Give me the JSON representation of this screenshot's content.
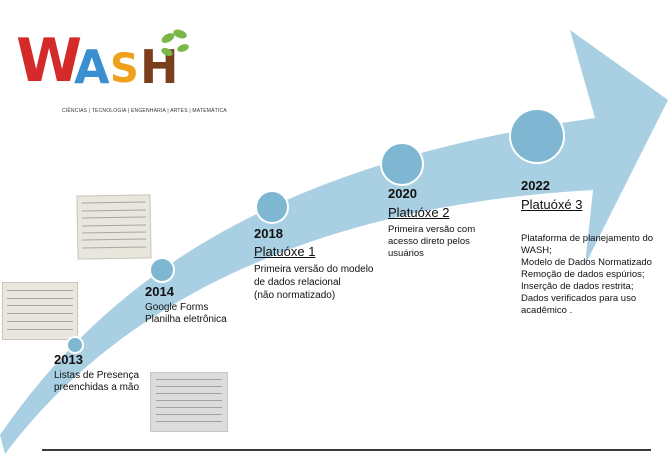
{
  "logo": {
    "letters": [
      "W",
      "A",
      "S",
      "H"
    ],
    "subtitle": "CIÊNCIAS | TECNOLOGIA | ENGENHARIA | ARTES | MATEMÁTICA",
    "colors": {
      "W": "#d42a2a",
      "A": "#3a8fd1",
      "S": "#f0a11c",
      "H": "#7a3e1d",
      "leaf": "#7ab648"
    }
  },
  "arrow": {
    "color": "#a9cfe3"
  },
  "milestones": [
    {
      "year": "2013",
      "version": "",
      "lines": [
        "Listas de Presença",
        "preenchidas a mão"
      ]
    },
    {
      "year": "2014",
      "version": "",
      "lines": [
        "Google Forms",
        "Planilha eletrônica"
      ]
    },
    {
      "year": "2018",
      "version": "Platuóxe 1",
      "lines": [
        "Primeira versão do modelo",
        "de dados relacional",
        "(não normatizado)"
      ]
    },
    {
      "year": "2020",
      "version": "Platuóxe 2",
      "lines": [
        "Primeira versão com",
        "acesso direto pelos",
        "usuários"
      ]
    },
    {
      "year": "2022",
      "version": "Platuóxé 3",
      "lines": [
        "Plataforma de planejamento do",
        "WASH;",
        "Modelo de Dados Normatizado",
        "Remoção de dados espúrios;",
        "Inserção de dados restrita;",
        "Dados verificados para uso",
        "acadêmico ."
      ]
    }
  ]
}
